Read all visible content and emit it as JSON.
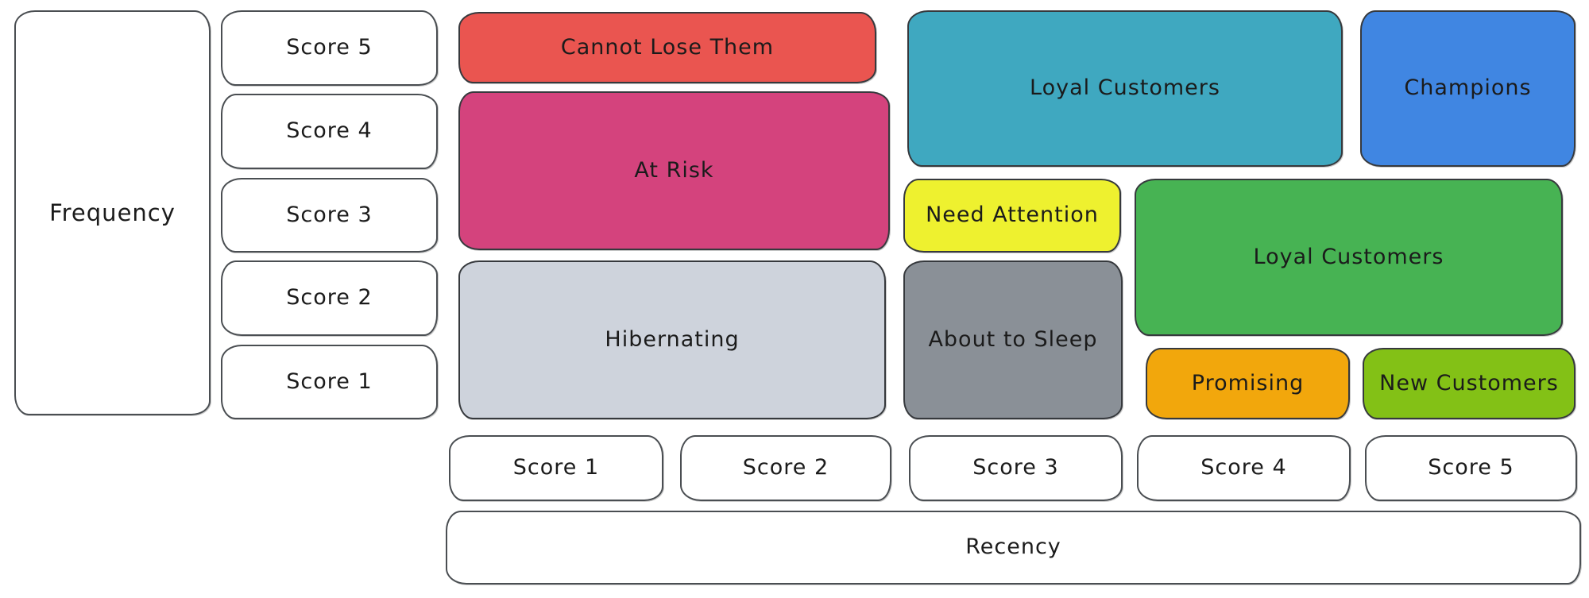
{
  "palette": {
    "canvas_bg": "#ffffff",
    "box_fill": "#ffffff",
    "stroke": "#36393d",
    "stroke_light": "#4a4e52",
    "text": "#1b1b1b"
  },
  "axes": {
    "frequency": {
      "label": "Frequency",
      "scores": [
        "Score 5",
        "Score 4",
        "Score 3",
        "Score 2",
        "Score 1"
      ]
    },
    "recency": {
      "label": "Recency",
      "scores": [
        "Score 1",
        "Score 2",
        "Score 3",
        "Score 4",
        "Score 5"
      ]
    }
  },
  "segments": {
    "cannot_lose_them": {
      "label": "Cannot Lose Them",
      "color": "#ea5550"
    },
    "at_risk": {
      "label": "At Risk",
      "color": "#d4437d"
    },
    "hibernating": {
      "label": "Hibernating",
      "color": "#ced3dc"
    },
    "loyal_customers_top": {
      "label": "Loyal Customers",
      "color": "#3fa8c0"
    },
    "need_attention": {
      "label": "Need Attention",
      "color": "#eef12f"
    },
    "about_to_sleep": {
      "label": "About to Sleep",
      "color": "#8a9097"
    },
    "champions": {
      "label": "Champions",
      "color": "#4086e2"
    },
    "loyal_customers_mid": {
      "label": "Loyal Customers",
      "color": "#47b353"
    },
    "promising": {
      "label": "Promising",
      "color": "#f2a70c"
    },
    "new_customers": {
      "label": "New Customers",
      "color": "#83c116"
    }
  }
}
